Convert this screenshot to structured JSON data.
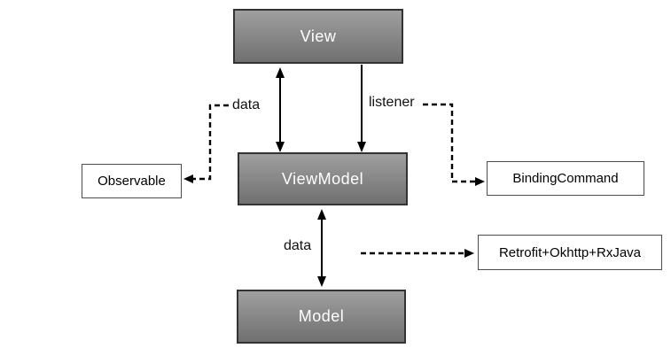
{
  "nodes": {
    "view": {
      "label": "View"
    },
    "viewmodel": {
      "label": "ViewModel"
    },
    "model": {
      "label": "Model"
    },
    "observable": {
      "label": "Observable"
    },
    "binding_command": {
      "label": "BindingCommand"
    },
    "retrofit": {
      "label": "Retrofit+Okhttp+RxJava"
    }
  },
  "edges": {
    "data_top": {
      "label": "data"
    },
    "listener": {
      "label": "listener"
    },
    "data_bottom": {
      "label": "data"
    }
  },
  "colors": {
    "background": "#ffffff",
    "node_fill_top": "#9f9f9f",
    "node_fill_bottom": "#707070",
    "node_border": "#333333",
    "white_node_border": "#4d4d4d",
    "line": "#000000"
  }
}
